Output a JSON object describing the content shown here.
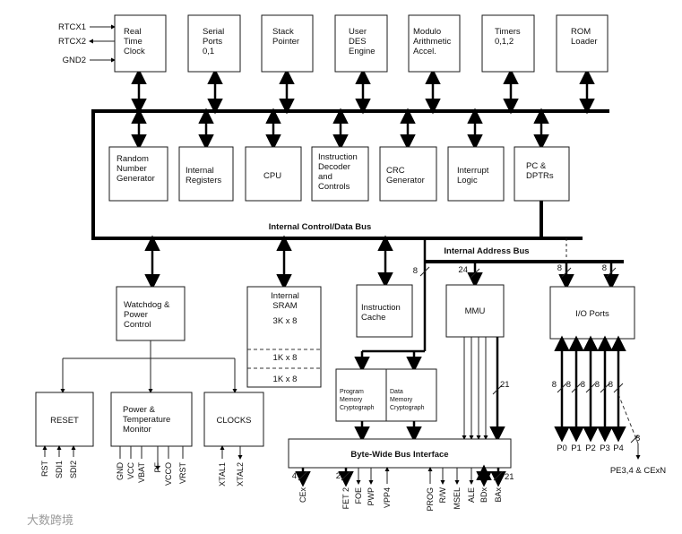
{
  "top_blocks": [
    [
      "Real",
      "Time",
      "Clock"
    ],
    [
      "Serial",
      "Ports",
      "0,1"
    ],
    [
      "Stack",
      "Pointer"
    ],
    [
      "User",
      "DES",
      "Engine"
    ],
    [
      "Modulo",
      "Arithmetic",
      "Accel."
    ],
    [
      "Timers",
      "0,1,2"
    ],
    [
      "ROM",
      "Loader"
    ]
  ],
  "rtc_pins": [
    "RTCX1",
    "RTCX2",
    "GND2"
  ],
  "mid_blocks": [
    [
      "Random",
      "Number",
      "Generator"
    ],
    [
      "Internal",
      "Registers"
    ],
    [
      "CPU"
    ],
    [
      "Instruction",
      "Decoder",
      "and",
      "Controls"
    ],
    [
      "CRC",
      "Generator"
    ],
    [
      "Interrupt",
      "Logic"
    ],
    [
      "PC &",
      "DPTRs"
    ]
  ],
  "bus_labels": {
    "control_data": "Internal Control/Data Bus",
    "address": "Internal Address Bus"
  },
  "watchdog": [
    "Watchdog &",
    "Power",
    "Control"
  ],
  "sram": {
    "title": [
      "Internal",
      "SRAM"
    ],
    "size": "3K x 8",
    "bank1": "1K x 8",
    "bank2": "1K x 8"
  },
  "cache": [
    "Instruction",
    "Cache"
  ],
  "mmu": "MMU",
  "io_ports": "I/O Ports",
  "reset": "RESET",
  "power_monitor": [
    "Power &",
    "Temperature",
    "Monitor"
  ],
  "clocks": "CLOCKS",
  "program_crypto": [
    "Program",
    "Memory",
    "Cryptograph"
  ],
  "data_crypto": [
    "Data",
    "Memory",
    "Cryptograph"
  ],
  "byte_wide": "Byte-Wide Bus Interface",
  "bus_widths": {
    "cache_bus": "8",
    "mmu_bus": "24",
    "io_in_left": "8",
    "io_in_right": "8",
    "mmu_addr": "21",
    "port": "8",
    "p34": "8",
    "cex": "4",
    "fet": "2",
    "ba": "21"
  },
  "reset_pins": [
    "RST",
    "SDI1",
    "SDI2"
  ],
  "power_pins": [
    "GND",
    "VCC",
    "VBAT",
    "PF",
    "VCCO",
    "VRST"
  ],
  "clock_pins": [
    "XTAL1",
    "XTAL2"
  ],
  "bus_pins": [
    "CEx",
    "FET 2",
    "FOE",
    "PWP",
    "VPP4",
    "PROG",
    "R/W",
    "MSEL",
    "ALE",
    "BDx",
    "BAx"
  ],
  "ports": [
    "P0",
    "P1",
    "P2",
    "P3",
    "P4"
  ],
  "p34_label": "PE3,4 & CExN",
  "watermark": "大数跨境"
}
